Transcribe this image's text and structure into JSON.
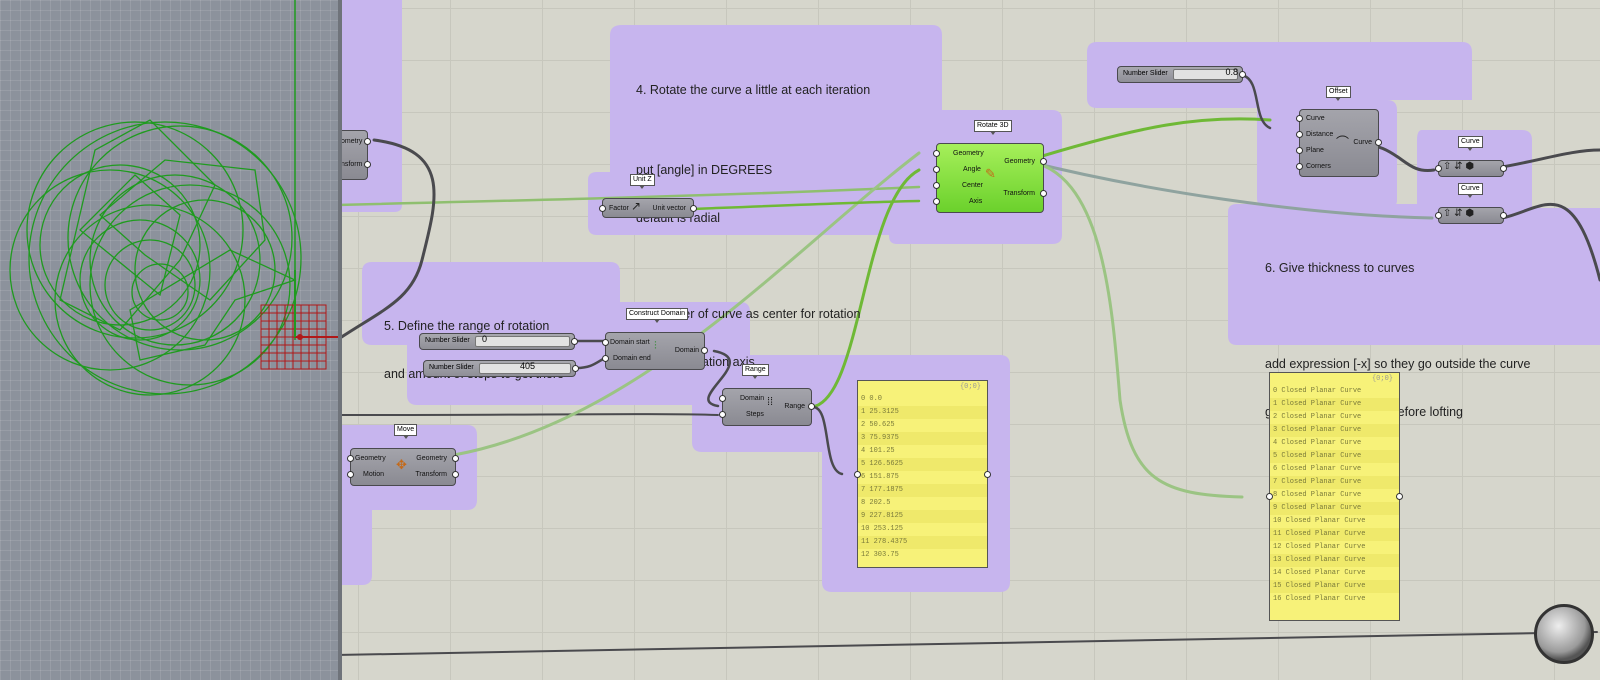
{
  "comments": {
    "rotate": [
      "4. Rotate the curve a little at each iteration",
      "",
      "put [angle] in DEGREES",
      "default is radial",
      "",
      "use center of curve as center for rotation",
      "use Z as rotation axis"
    ],
    "range": [
      "5. Define the range of rotation",
      "and amount of steps to get there"
    ],
    "thickness": [
      "6. Give thickness to curves",
      "",
      "add expression [-x] so they go outside the curve",
      "graft & simplify curves before lofting"
    ]
  },
  "tags": {
    "rotate3d": "Rotate 3D",
    "unitz": "Unit Z",
    "offset": "Offset",
    "curve1": "Curve",
    "curve2": "Curve",
    "construct_domain": "Construct Domain",
    "range": "Range",
    "move": "Move"
  },
  "components": {
    "partial_top": {
      "in": [
        "ometry",
        "nsform"
      ]
    },
    "rotate3d": {
      "in": [
        "Geometry",
        "Angle",
        "Center",
        "Axis"
      ],
      "out": [
        "Geometry",
        "Transform"
      ]
    },
    "unitz": {
      "in": [
        "Factor"
      ],
      "out": [
        "Unit vector"
      ]
    },
    "offset": {
      "in": [
        "Curve",
        "Distance",
        "Plane",
        "Corners"
      ],
      "out": [
        "Curve"
      ]
    },
    "construct_domain": {
      "in": [
        "Domain start",
        "Domain end"
      ],
      "out": [
        "Domain"
      ]
    },
    "range": {
      "in": [
        "Domain",
        "Steps"
      ],
      "out": [
        "Range"
      ]
    },
    "move": {
      "in": [
        "Geometry",
        "Motion"
      ],
      "out": [
        "Geometry",
        "Transform"
      ]
    }
  },
  "sliders": {
    "distance": {
      "label": "Number Slider",
      "value": "0.8"
    },
    "start": {
      "label": "Number Slider",
      "value": "0"
    },
    "end": {
      "label": "Number Slider",
      "value": "405"
    }
  },
  "panel_range": {
    "header": "{0;0}",
    "rows": [
      "0 0.0",
      "1 25.3125",
      "2 50.625",
      "3 75.9375",
      "4 101.25",
      "5 126.5625",
      "6 151.875",
      "7 177.1875",
      "8 202.5",
      "9 227.8125",
      "10 253.125",
      "11 278.4375",
      "12 303.75"
    ]
  },
  "panel_curves": {
    "header": "{0;0}",
    "rows": [
      "0 Closed Planar Curve",
      "1 Closed Planar Curve",
      "2 Closed Planar Curve",
      "3 Closed Planar Curve",
      "4 Closed Planar Curve",
      "5 Closed Planar Curve",
      "6 Closed Planar Curve",
      "7 Closed Planar Curve",
      "8 Closed Planar Curve",
      "9 Closed Planar Curve",
      "10 Closed Planar Curve",
      "11 Closed Planar Curve",
      "12 Closed Planar Curve",
      "13 Closed Planar Curve",
      "14 Closed Planar Curve",
      "15 Closed Planar Curve",
      "16 Closed Planar Curve"
    ]
  },
  "colors": {
    "group": "#c7b5ee",
    "wire_green": "#6fb936",
    "wire_dark": "#4a4a4e",
    "panel": "#f7f279",
    "viewport_curves": "#1f9b1f",
    "gumball": "#b01818"
  }
}
